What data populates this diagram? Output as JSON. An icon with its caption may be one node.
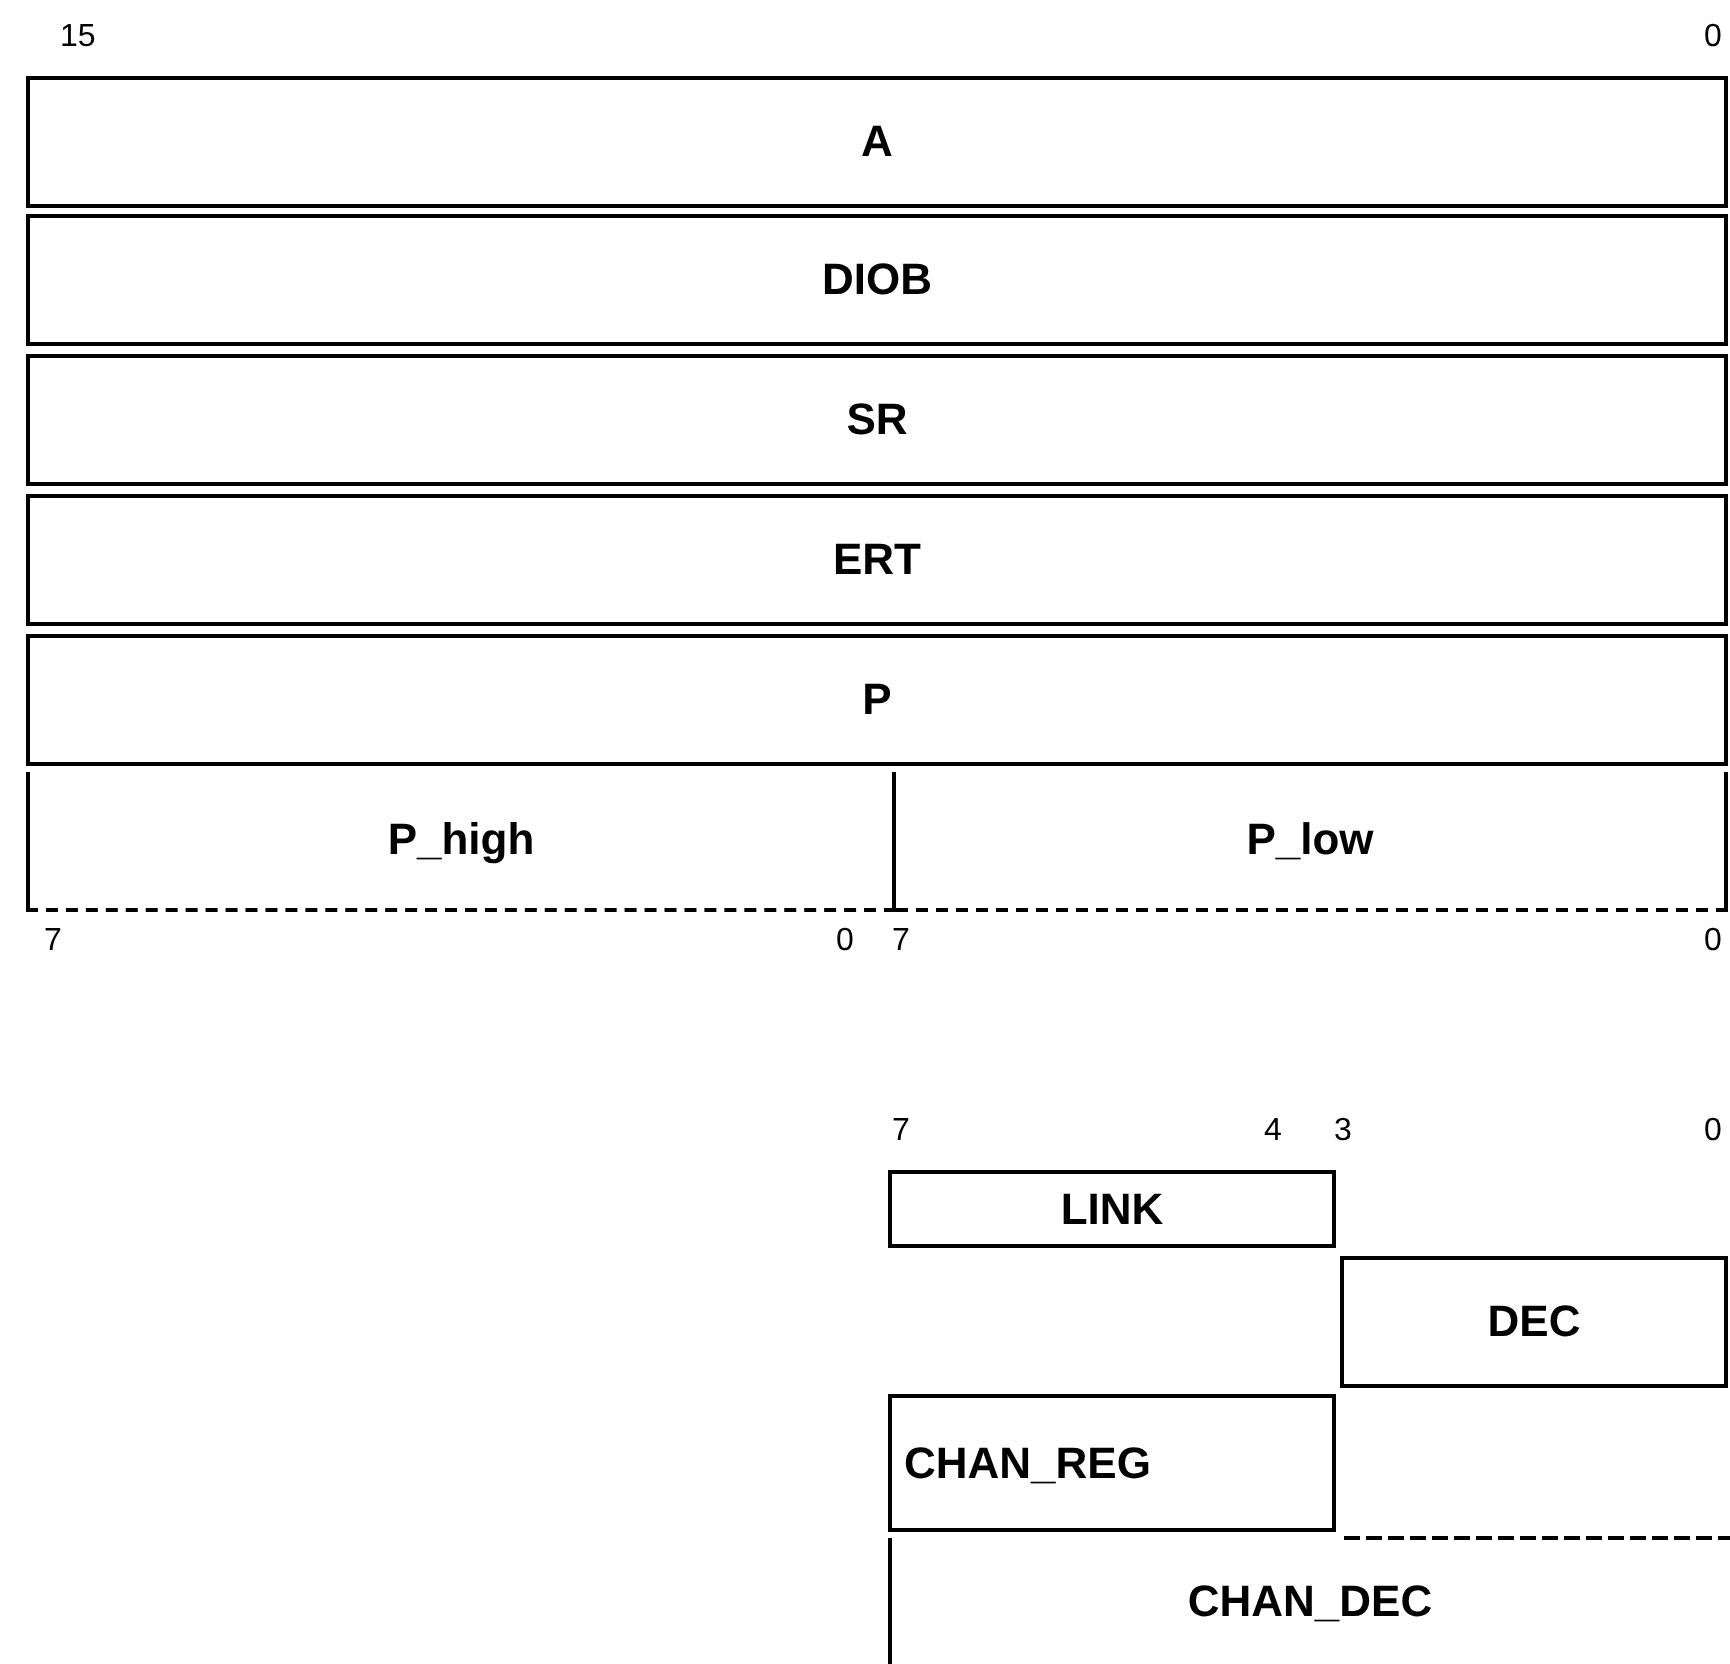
{
  "diagram": {
    "nodes": [
      {
        "text": [
          "A"
        ]
      },
      {
        "text": [
          "DIOB"
        ]
      },
      {
        "text": [
          "SR"
        ]
      },
      {
        "text": [
          "ERT"
        ]
      },
      {
        "text": [
          "P"
        ]
      },
      {
        "text": [
          "P_high"
        ]
      },
      {
        "text": [
          "P_low"
        ]
      },
      {
        "text": [
          "LINK"
        ]
      },
      {
        "text": [
          "DEC"
        ]
      },
      {
        "text": [
          "CHAN_REG"
        ]
      },
      {
        "text": [
          "CHAN_DEC"
        ]
      }
    ],
    "labels": [
      "15",
      "0",
      "7",
      "0",
      "7",
      "0",
      "7",
      "4",
      "3",
      "0"
    ]
  }
}
